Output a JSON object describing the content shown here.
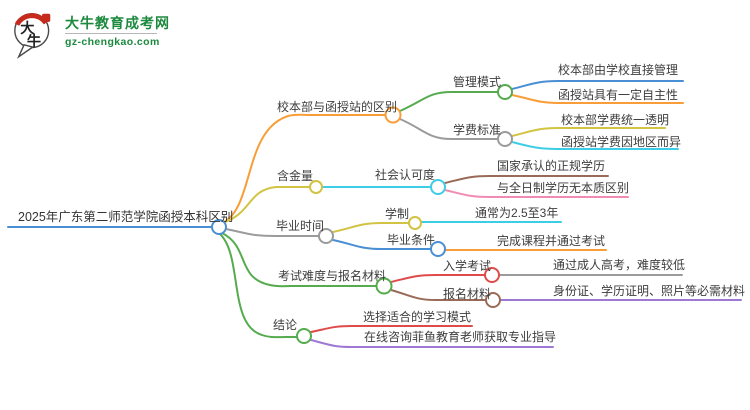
{
  "logo": {
    "mark_char_top": "大",
    "mark_char_bottom": "牛",
    "title": "大牛教育成考网",
    "domain": "gz-chengkao.com",
    "title_color": "#1c8a3e",
    "mark_red": "#c52a1c",
    "mark_ink": "#222222"
  },
  "mindmap": {
    "root": {
      "label": "2025年广东第二师范学院函授本科区别",
      "color": "#4a8fd3"
    },
    "branches": [
      {
        "label": "校本部与函授站的区别",
        "color": "#f99d38",
        "children": [
          {
            "label": "管理模式",
            "color": "#55ab4e",
            "children": [
              {
                "label": "校本部由学校直接管理",
                "color": "#4a8fd3"
              },
              {
                "label": "函授站具有一定自主性",
                "color": "#f99d38"
              }
            ]
          },
          {
            "label": "学费标准",
            "color": "#9b9b9b",
            "children": [
              {
                "label": "校本部学费统一透明",
                "color": "#d3c342"
              },
              {
                "label": "函授站学费因地区而异",
                "color": "#3ecde6"
              }
            ]
          }
        ]
      },
      {
        "label": "含金量",
        "color": "#d3c342",
        "children": [
          {
            "label": "社会认可度",
            "color": "#3ecde6",
            "children": [
              {
                "label": "国家承认的正规学历",
                "color": "#9a6a58"
              },
              {
                "label": "与全日制学历无本质区别",
                "color": "#f08cb4"
              }
            ]
          }
        ]
      },
      {
        "label": "毕业时间",
        "color": "#9b9b9b",
        "children": [
          {
            "label": "学制",
            "color": "#d3c342",
            "children": [
              {
                "label": "通常为2.5至3年",
                "color": "#3ecde6"
              }
            ]
          },
          {
            "label": "毕业条件",
            "color": "#4a8fd3",
            "children": [
              {
                "label": "完成课程并通过考试",
                "color": "#f99d38"
              }
            ]
          }
        ]
      },
      {
        "label": "考试难度与报名材料",
        "color": "#55ab4e",
        "children": [
          {
            "label": "入学考试",
            "color": "#df4b4b",
            "children": [
              {
                "label": "通过成人高考，难度较低",
                "color": "#9b9b9b"
              }
            ]
          },
          {
            "label": "报名材料",
            "color": "#9a6a58",
            "children": [
              {
                "label": "身份证、学历证明、照片等必需材料",
                "color": "#9e79d3"
              }
            ]
          }
        ]
      },
      {
        "label": "结论",
        "color": "#55ab4e",
        "children": [
          {
            "label": "选择适合的学习模式",
            "color": "#df4b4b"
          },
          {
            "label": "在线咨询菲鱼教育老师获取专业指导",
            "color": "#9e79d3"
          }
        ]
      }
    ]
  }
}
